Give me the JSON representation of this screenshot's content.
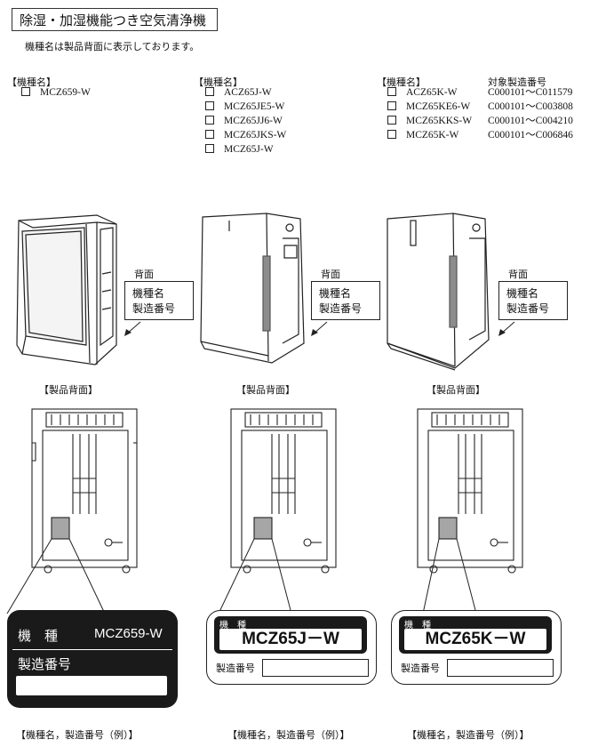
{
  "title": "除湿・加湿機能つき空気清浄機",
  "note": "機種名は製品背面に表示しております。",
  "groups": [
    {
      "header": "【機種名】",
      "models": [
        "MCZ659-W"
      ]
    },
    {
      "header": "【機種名】",
      "models": [
        "ACZ65J-W",
        "MCZ65JE5-W",
        "MCZ65JJ6-W",
        "MCZ65JKS-W",
        "MCZ65J-W"
      ]
    },
    {
      "header": "【機種名】",
      "serial_header": "対象製造番号",
      "models": [
        "ACZ65K-W",
        "MCZ65KE6-W",
        "MCZ65KKS-W",
        "MCZ65K-W"
      ],
      "serials": [
        "C000101～C011579",
        "C000101～C003808",
        "C000101～C004210",
        "C000101～C006846"
      ]
    }
  ],
  "back_label": "背面",
  "callout_lines": [
    "機種名",
    "製造番号"
  ],
  "rear_caption": "【製品背面】",
  "labels": [
    {
      "model_heading": "機　種",
      "model": "MCZ659-W",
      "serial_heading": "製造番号"
    },
    {
      "model_heading": "機　種",
      "model": "MCZ65J－W",
      "serial_heading": "製造番号"
    },
    {
      "model_heading": "機　種",
      "model": "MCZ65K－W",
      "serial_heading": "製造番号"
    }
  ],
  "example_caption": "【機種名，製造番号（例）】",
  "colors": {
    "line": "#222222",
    "label_dark": "#1a1a1a",
    "sticker": "#a6a6a6"
  }
}
